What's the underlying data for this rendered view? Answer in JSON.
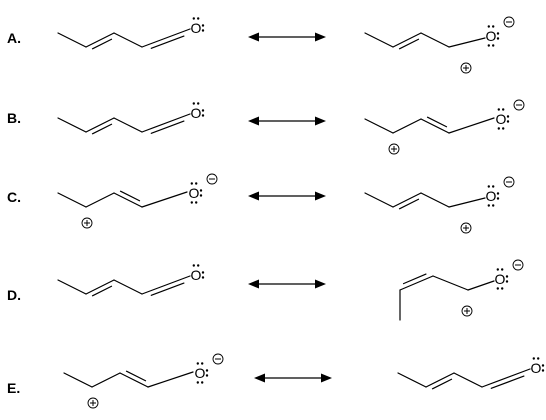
{
  "options": [
    {
      "label": "A.",
      "left": "crotonaldehyde",
      "right": "allyl-cation-oxide"
    },
    {
      "label": "B.",
      "left": "crotonaldehyde",
      "right": "enolate-cation"
    },
    {
      "label": "C.",
      "left": "enolate-cation",
      "right": "allyl-cation-oxide"
    },
    {
      "label": "D.",
      "left": "crotonaldehyde",
      "right": "cis-allyl-cation-oxide"
    },
    {
      "label": "E.",
      "left": "enolate-cation",
      "right": "crotonaldehyde"
    }
  ],
  "atoms": {
    "oxygen": "O"
  },
  "charges": {
    "positive": "+",
    "negative": "−"
  },
  "colors": {
    "ink": "#000000",
    "background": "#ffffff"
  }
}
